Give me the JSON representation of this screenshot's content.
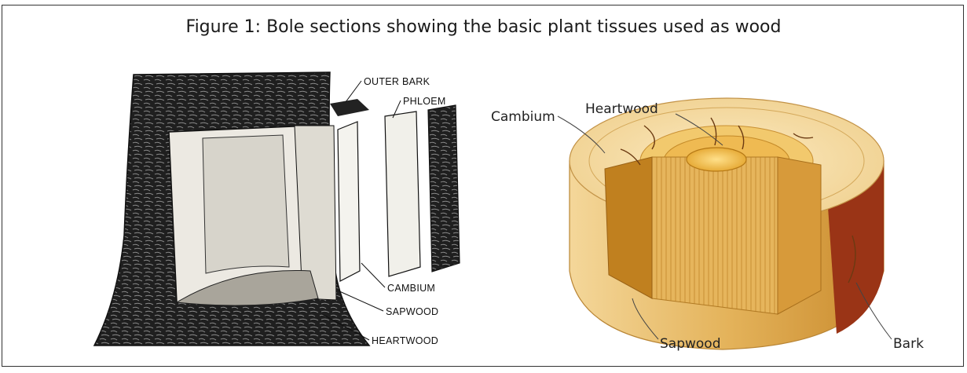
{
  "figure": {
    "title": "Figure 1: Bole sections showing the basic plant tissues used as wood"
  },
  "left_diagram": {
    "labels": {
      "outer_bark": "OUTER BARK",
      "phloem": "PHLOEM",
      "cambium": "CAMBIUM",
      "sapwood": "SAPWOOD",
      "heartwood": "HEARTWOOD"
    }
  },
  "right_diagram": {
    "labels": {
      "heartwood": "Heartwood",
      "cambium": "Cambium",
      "sapwood": "Sapwood",
      "bark": "Bark"
    }
  },
  "colors": {
    "bark_dark": "#1c1c1c",
    "wood_light": "#f3dca0",
    "wood_mid": "#e3b55a",
    "wood_dark": "#b9761d",
    "bark_red": "#8a2a12"
  }
}
